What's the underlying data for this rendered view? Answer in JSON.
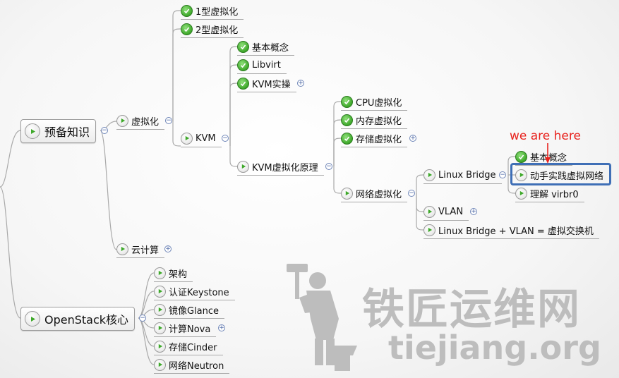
{
  "roots": [
    {
      "label": "预备知识"
    },
    {
      "label": "OpenStack核心"
    }
  ],
  "level1": {
    "virtualization": "虚拟化",
    "cloud": "云计算"
  },
  "virtualization": {
    "type1": "1型虚拟化",
    "type2": "2型虚拟化",
    "kvm": "KVM"
  },
  "kvm": {
    "basics": "基本概念",
    "libvirt": "Libvirt",
    "hands_on": "KVM实操",
    "principles": "KVM虚拟化原理"
  },
  "principles": {
    "cpu": "CPU虚拟化",
    "memory": "内存虚拟化",
    "storage": "存储虚拟化",
    "network": "网络虚拟化"
  },
  "network": {
    "linux_bridge": "Linux Bridge",
    "vlan": "VLAN",
    "bridge_vlan": "Linux Bridge + VLAN = 虚拟交换机"
  },
  "linux_bridge": {
    "basics": "基本概念",
    "practice": "动手实践虚拟网络",
    "virbr0": "理解 virbr0"
  },
  "openstack": [
    "架构",
    "认证Keystone",
    "镜像Glance",
    "计算Nova",
    "存储Cinder",
    "网络Neutron"
  ],
  "annotation": "we are here",
  "watermark": {
    "cn": "铁匠运维网",
    "en": "tiejiang.org"
  },
  "colors": {
    "highlight": "#3f6fb6",
    "annotation": "#e8231e",
    "check": "#3ea82a",
    "line": "#a9a9a9"
  }
}
